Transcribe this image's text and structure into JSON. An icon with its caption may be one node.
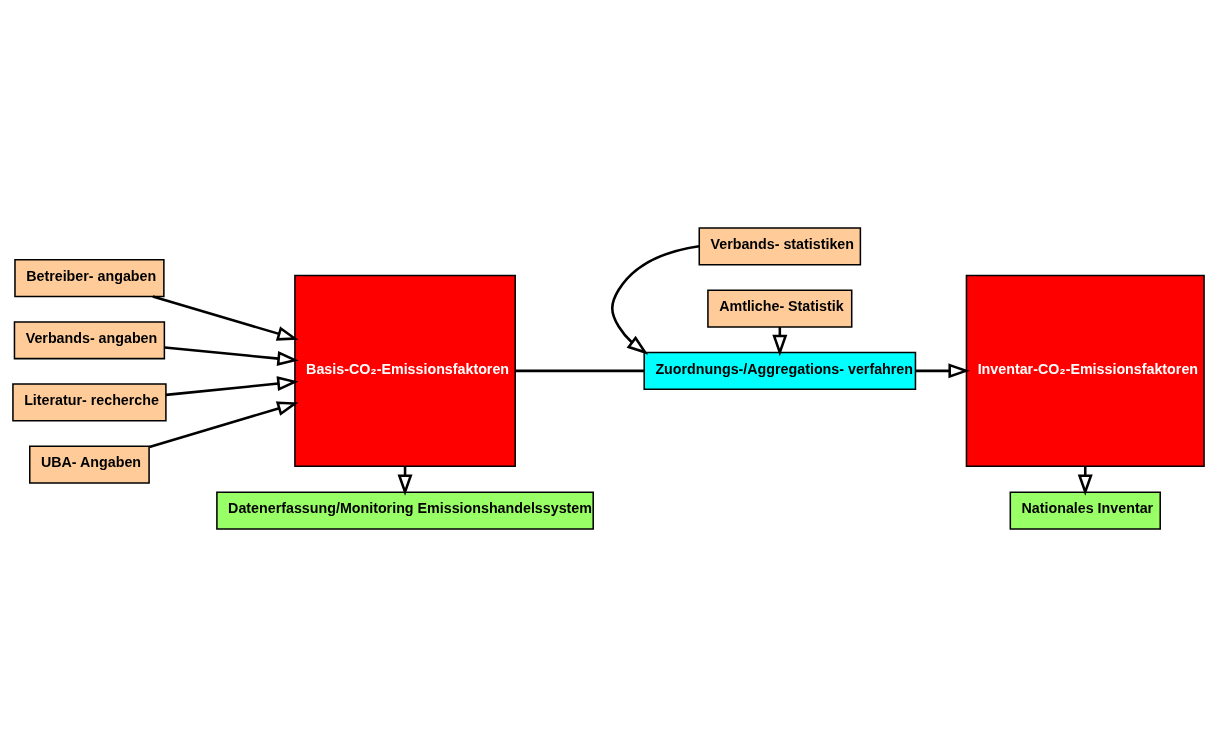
{
  "diagram": {
    "nodes": [
      {
        "text": [
          "Datenerfassung/Monitoring Emissionshandelssystem"
        ]
      },
      {
        "text": [
          "Nationales Inventar"
        ]
      },
      {
        "text": [
          "Betreiber- angaben"
        ]
      },
      {
        "text": [
          "Verbands- angaben"
        ]
      },
      {
        "text": [
          "Literatur- recherche"
        ]
      },
      {
        "text": [
          "UBA- Angaben"
        ]
      },
      {
        "text": [
          "Basis-CO₂-Emissionsfaktoren"
        ]
      },
      {
        "text": [
          "Zuordnungs-/Aggregations- verfahren"
        ]
      },
      {
        "text": [
          "Inventar-CO₂-Emissionsfaktoren"
        ]
      },
      {
        "text": [
          "Verbands- statistiken"
        ]
      },
      {
        "text": [
          "Amtliche- Statistik"
        ]
      }
    ],
    "edges": [
      {
        "from": 2,
        "to": 6,
        "arrow": "to"
      },
      {
        "from": 3,
        "to": 6,
        "arrow": "to"
      },
      {
        "from": 4,
        "to": 6,
        "arrow": "to"
      },
      {
        "from": 5,
        "to": 6,
        "arrow": "to"
      },
      {
        "from": 6,
        "to": 0,
        "arrow": "to"
      },
      {
        "from": 6,
        "to": 7,
        "arrow": "none"
      },
      {
        "from": 7,
        "to": 8,
        "arrow": "to"
      },
      {
        "from": 8,
        "to": 1,
        "arrow": "to"
      },
      {
        "from": 9,
        "to": 7,
        "arrow": "to"
      },
      {
        "from": 10,
        "to": 7,
        "arrow": "to"
      }
    ]
  }
}
